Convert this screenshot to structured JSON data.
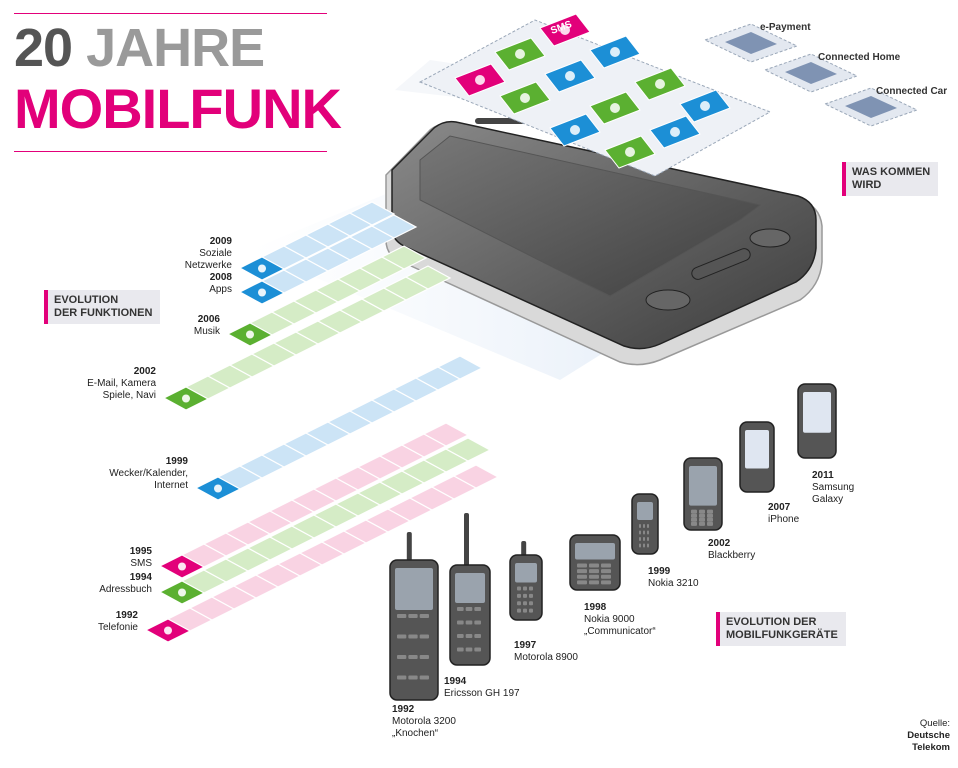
{
  "title": {
    "number": "20",
    "word1": "JAHRE",
    "word2": "MOBILFUNK"
  },
  "colors": {
    "magenta": "#e2007a",
    "blue": "#cce4f6",
    "green": "#d5ecc6",
    "pink": "#f9d3e3",
    "gray": "#555555"
  },
  "tags": {
    "functions": [
      "EVOLUTION",
      "DER FUNKTIONEN"
    ],
    "devices": [
      "EVOLUTION DER",
      "MOBILFUNKGERÄTE"
    ],
    "future": [
      "WAS KOMMEN",
      "WIRD"
    ]
  },
  "future_items": [
    "e-Payment",
    "Connected Home",
    "Connected Car"
  ],
  "functions": [
    {
      "year": "2009",
      "lines": [
        "Soziale",
        "Netzwerke"
      ],
      "icon": "social-icon",
      "color": "blue"
    },
    {
      "year": "2008",
      "lines": [
        "Apps"
      ],
      "icon": "gear-icon",
      "color": "blue"
    },
    {
      "year": "2006",
      "lines": [
        "Musik"
      ],
      "icon": "music-icon",
      "color": "green"
    },
    {
      "year": "2002",
      "lines": [
        "E-Mail, Kamera",
        "Spiele, Navi"
      ],
      "icon": "email-camera-game-navi-icon",
      "color": "green"
    },
    {
      "year": "1999",
      "lines": [
        "Wecker/Kalender,",
        "Internet"
      ],
      "icon": "alarm-globe-icon",
      "color": "blue"
    },
    {
      "year": "1995",
      "lines": [
        "SMS"
      ],
      "icon": "sms-icon",
      "color": "pink"
    },
    {
      "year": "1994",
      "lines": [
        "Adressbuch"
      ],
      "icon": "addressbook-icon",
      "color": "green"
    },
    {
      "year": "1992",
      "lines": [
        "Telefonie"
      ],
      "icon": "phone-icon",
      "color": "pink"
    }
  ],
  "devices": [
    {
      "year": "1992",
      "lines": [
        "Motorola 3200",
        "„Knochen“"
      ]
    },
    {
      "year": "1994",
      "lines": [
        "Ericsson GH 197"
      ]
    },
    {
      "year": "1997",
      "lines": [
        "Motorola 8900"
      ]
    },
    {
      "year": "1998",
      "lines": [
        "Nokia 9000",
        "„Communicator“"
      ]
    },
    {
      "year": "1999",
      "lines": [
        "Nokia 3210"
      ]
    },
    {
      "year": "2002",
      "lines": [
        "Blackberry"
      ]
    },
    {
      "year": "2007",
      "lines": [
        "iPhone"
      ]
    },
    {
      "year": "2011",
      "lines": [
        "Samsung",
        "Galaxy"
      ]
    }
  ],
  "source": [
    "Quelle:",
    "Deutsche",
    "Telekom"
  ],
  "app_sms": "SMS"
}
